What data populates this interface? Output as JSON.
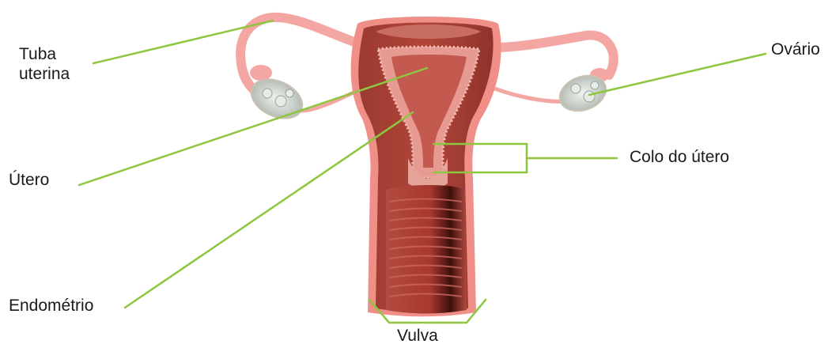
{
  "labels": {
    "tuba_line1": "Tuba",
    "tuba_line2": "uterina",
    "utero": "Útero",
    "endometrio": "Endométrio",
    "ovario": "Ovário",
    "colo": "Colo do útero",
    "vulva": "Vulva"
  },
  "colors": {
    "leader_line": "#8dc63f",
    "tube": "#f4a7a2",
    "uterus_outer": "#f08f87",
    "uterus_wall": "#a0392f",
    "uterus_cavity": "#c4594f",
    "vaginal_canal": "#9b2f2a",
    "ovary": "#d6dcd6"
  }
}
